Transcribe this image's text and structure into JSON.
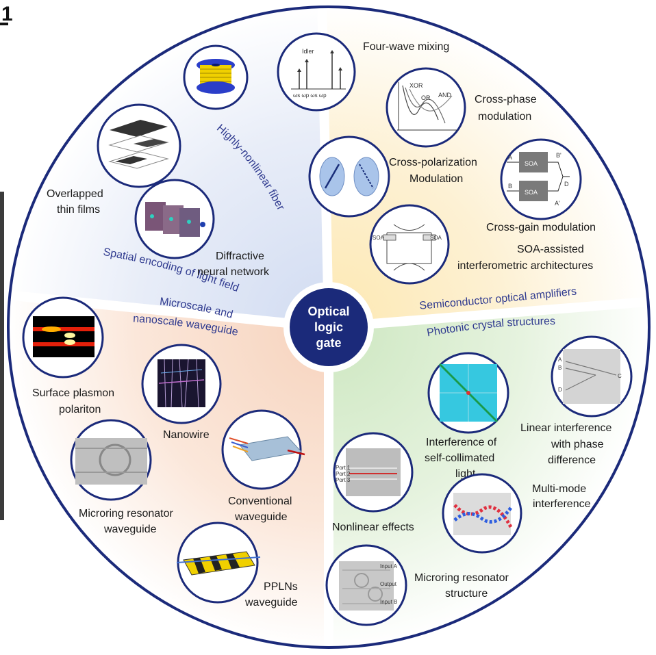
{
  "corner_mark": "1",
  "center": {
    "line1": "Optical",
    "line2": "logic",
    "line3": "gate"
  },
  "categories": {
    "highly_nonlinear_fiber": "Highly-nonlinear fiber",
    "spatial_encoding": "Spatial encoding of light field",
    "waveguide_line1": "Microscale and",
    "waveguide_line2": "nanoscale waveguide",
    "soa": "Semiconductor optical amplifiers",
    "photonic": "Photonic crystal structures"
  },
  "items": {
    "fwm": "Four-wave mixing",
    "xpm_1": "Cross-phase",
    "xpm_2": "modulation",
    "xpolm_1": "Cross-polarization",
    "xpolm_2": "Modulation",
    "xgm": "Cross-gain modulation",
    "soa_interf_1": "SOA-assisted",
    "soa_interf_2": "interferometric architectures",
    "thin_films_1": "Overlapped",
    "thin_films_2": "thin films",
    "dnn_1": "Diffractive",
    "dnn_2": "neural network",
    "spp_1": "Surface plasmon",
    "spp_2": "polariton",
    "nanowire": "Nanowire",
    "mrr_wg_1": "Microring resonator",
    "mrr_wg_2": "waveguide",
    "conv_wg_1": "Conventional",
    "conv_wg_2": "waveguide",
    "ppln_1": "PPLNs",
    "ppln_2": "waveguide",
    "self_coll_1": "Interference of",
    "self_coll_2": "self-collimated",
    "self_coll_3": "light",
    "lin_interf_1": "Linear interference",
    "lin_interf_2": "with phase",
    "lin_interf_3": "difference",
    "mmi_1": "Multi-mode",
    "mmi_2": "interference",
    "nonlinear": "Nonlinear effects",
    "mrr_struct_1": "Microring resonator",
    "mrr_struct_2": "structure"
  },
  "thumb_text": {
    "idler": "Idler",
    "fwm_ticks": "ωs ωp  ωs ωp",
    "xor": "XOR",
    "or": "OR",
    "and": "AND",
    "soa": "SOA",
    "a": "A",
    "b": "B",
    "b_prime": "B'",
    "d": "D",
    "a_prime": "A'",
    "port1": "Port 1",
    "port2": "Port 2",
    "port3": "Port 3",
    "input_a": "Input A",
    "output": "Output",
    "input_b": "Input B",
    "lin_a": "A",
    "lin_b": "B",
    "lin_c": "C",
    "lin_d": "D"
  },
  "colors": {
    "ring": "#1b2a7a",
    "center": "#1b2a7a",
    "sector_soa": "#fbe7b8",
    "sector_photonic": "#dcefd2",
    "sector_waveguide": "#f9dcc6",
    "sector_spatial": "#dfe6f4",
    "category_text": "#2f3a8f"
  }
}
